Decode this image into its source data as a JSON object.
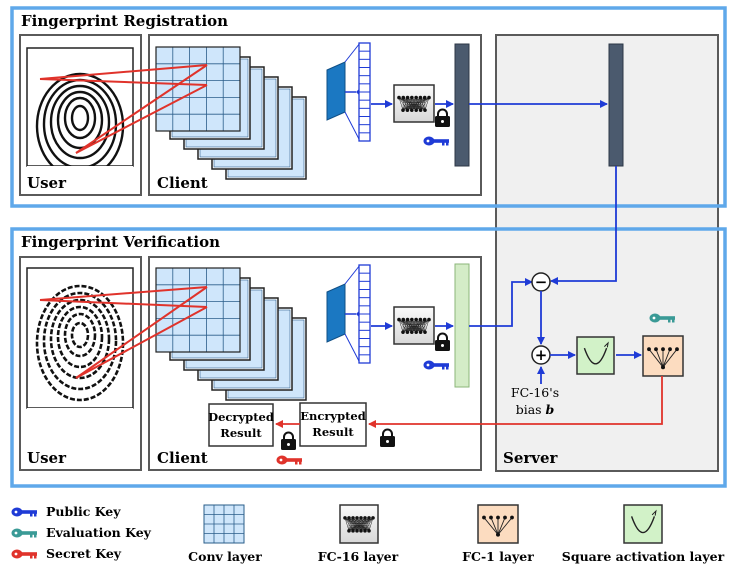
{
  "sections": {
    "registration": {
      "title": "Fingerprint Registration"
    },
    "verification": {
      "title": "Fingerprint Verification"
    }
  },
  "labels": {
    "user": "User",
    "client": "Client",
    "server": "Server",
    "decrypted": [
      "Decrypted",
      "Result"
    ],
    "encrypted": [
      "Encrypted",
      "Result"
    ],
    "bias_line1": "FC-16's",
    "bias_line2_prefix": "bias ",
    "bias_symbol": "b",
    "minus": "−",
    "plus": "+"
  },
  "legend": {
    "keys": [
      {
        "label": "Public Key",
        "color": "#1f3bd6"
      },
      {
        "label": "Evaluation Key",
        "color": "#3a9a96"
      },
      {
        "label": "Secret Key",
        "color": "#e0332b"
      }
    ],
    "layers": [
      {
        "label": "Conv layer"
      },
      {
        "label": "FC-16 layer"
      },
      {
        "label": "FC-1 layer"
      },
      {
        "label": "Square activation layer"
      }
    ]
  },
  "colors": {
    "section_border": "#5fa8ea",
    "panel_border": "#5a5a5a",
    "server_fill": "#f0f0f0",
    "conv_fill": "#cfe6fb",
    "flow_blue": "#1f3bd6",
    "flow_red": "#e0332b",
    "embedding_dark": "#4b5a6e",
    "embedding_green": "#d4ecc7",
    "fc1_fill": "#fcdcc0",
    "square_fill": "#d2f2c8"
  }
}
